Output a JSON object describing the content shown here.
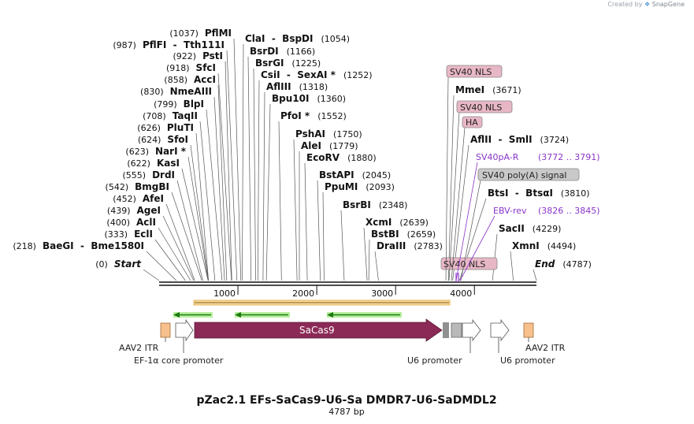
{
  "credit": {
    "prefix": "Created by",
    "brand": "SnapGene"
  },
  "plasmid": {
    "name": "pZac2.1 EFs-SaCas9-U6-Sa DMDR7-U6-SaDMDL2",
    "size_label": "4787 bp"
  },
  "colors": {
    "sacas9": "#8b2a56",
    "itr": "#f7c08c",
    "promoter": "#ffffff",
    "nls": "#e8b7c6",
    "polyA": "#b9b9b9",
    "orf": "#f0b64a",
    "primer": "#2fbf1f",
    "purple": "#8a35c9"
  },
  "ruler": {
    "ticks": [
      {
        "label": "1000",
        "pos": 1000
      },
      {
        "label": "2000",
        "pos": 2000
      },
      {
        "label": "3000",
        "pos": 3000
      },
      {
        "label": "4000",
        "pos": 4000
      }
    ]
  },
  "sites": [
    {
      "name": "Start",
      "pos_label": "(0)",
      "pos": 0,
      "italic": true
    },
    {
      "name": "BaeGI  -  Bme1580I",
      "pos_label": "(218)",
      "pos": 218
    },
    {
      "name": "EclI",
      "pos_label": "(333)",
      "pos": 333
    },
    {
      "name": "AclI",
      "pos_label": "(400)",
      "pos": 400
    },
    {
      "name": "AgeI",
      "pos_label": "(439)",
      "pos": 439
    },
    {
      "name": "AfeI",
      "pos_label": "(452)",
      "pos": 452
    },
    {
      "name": "BmgBI",
      "pos_label": "(542)",
      "pos": 542
    },
    {
      "name": "DrdI",
      "pos_label": "(555)",
      "pos": 555
    },
    {
      "name": "KasI",
      "pos_label": "(622)",
      "pos": 622
    },
    {
      "name": "NarI *",
      "pos_label": "(623)",
      "pos": 623
    },
    {
      "name": "SfoI",
      "pos_label": "(624)",
      "pos": 624
    },
    {
      "name": "PluTI",
      "pos_label": "(626)",
      "pos": 626
    },
    {
      "name": "TaqII",
      "pos_label": "(708)",
      "pos": 708
    },
    {
      "name": "BlpI",
      "pos_label": "(799)",
      "pos": 799
    },
    {
      "name": "NmeAIII",
      "pos_label": "(830)",
      "pos": 830
    },
    {
      "name": "AccI",
      "pos_label": "(858)",
      "pos": 858
    },
    {
      "name": "SfcI",
      "pos_label": "(918)",
      "pos": 918
    },
    {
      "name": "PstI",
      "pos_label": "(922)",
      "pos": 922
    },
    {
      "name": "PflFI  -  Tth111I",
      "pos_label": "(987)",
      "pos": 987
    },
    {
      "name": "PflMI",
      "pos_label": "(1037)",
      "pos": 1037
    },
    {
      "name": "ClaI  -  BspDI",
      "pos_label": "(1054)",
      "pos": 1054
    },
    {
      "name": "BsrDI",
      "pos_label": "(1166)",
      "pos": 1166
    },
    {
      "name": "BsrGI",
      "pos_label": "(1225)",
      "pos": 1225
    },
    {
      "name": "CsiI  -  SexAI *",
      "pos_label": "(1252)",
      "pos": 1252
    },
    {
      "name": "AflIII",
      "pos_label": "(1318)",
      "pos": 1318
    },
    {
      "name": "Bpu10I",
      "pos_label": "(1360)",
      "pos": 1360
    },
    {
      "name": "PfoI *",
      "pos_label": "(1552)",
      "pos": 1552
    },
    {
      "name": "PshAI",
      "pos_label": "(1750)",
      "pos": 1750
    },
    {
      "name": "AleI",
      "pos_label": "(1779)",
      "pos": 1779
    },
    {
      "name": "EcoRV",
      "pos_label": "(1880)",
      "pos": 1880
    },
    {
      "name": "BstAPI",
      "pos_label": "(2045)",
      "pos": 2045
    },
    {
      "name": "PpuMI",
      "pos_label": "(2093)",
      "pos": 2093
    },
    {
      "name": "BsrBI",
      "pos_label": "(2348)",
      "pos": 2348
    },
    {
      "name": "XcmI",
      "pos_label": "(2639)",
      "pos": 2639
    },
    {
      "name": "BstBI",
      "pos_label": "(2659)",
      "pos": 2659
    },
    {
      "name": "DraIII",
      "pos_label": "(2783)",
      "pos": 2783
    },
    {
      "name": "MmeI",
      "pos_label": "(3671)",
      "pos": 3671
    },
    {
      "name": "AflII  -  SmlI",
      "pos_label": "(3724)",
      "pos": 3724
    },
    {
      "name": "BtsI  -  BtsαI",
      "pos_label": "(3810)",
      "pos": 3810
    },
    {
      "name": "SacII",
      "pos_label": "(4229)",
      "pos": 4229
    },
    {
      "name": "XmnI",
      "pos_label": "(4494)",
      "pos": 4494
    },
    {
      "name": "End",
      "pos_label": "(4787)",
      "pos": 4787,
      "italic": true
    }
  ],
  "map_features": [
    {
      "label": "SV40 NLS",
      "kind": "box"
    },
    {
      "label": "SV40 NLS",
      "kind": "box"
    },
    {
      "label": "HA",
      "kind": "box"
    },
    {
      "label": "SV40 poly(A) signal",
      "kind": "box-gray"
    },
    {
      "label": "SV40 NLS",
      "kind": "box"
    },
    {
      "label": "SV40pA-R",
      "range": "(3772 .. 3791)",
      "kind": "purple"
    },
    {
      "label": "EBV-rev",
      "range": "(3826 .. 3845)",
      "kind": "purple"
    }
  ],
  "tracks": {
    "sacas9_label": "SaCas9",
    "bottom_labels": [
      "AAV2 ITR",
      "EF-1α core promoter",
      "U6 promoter",
      "U6 promoter",
      "AAV2 ITR"
    ]
  }
}
